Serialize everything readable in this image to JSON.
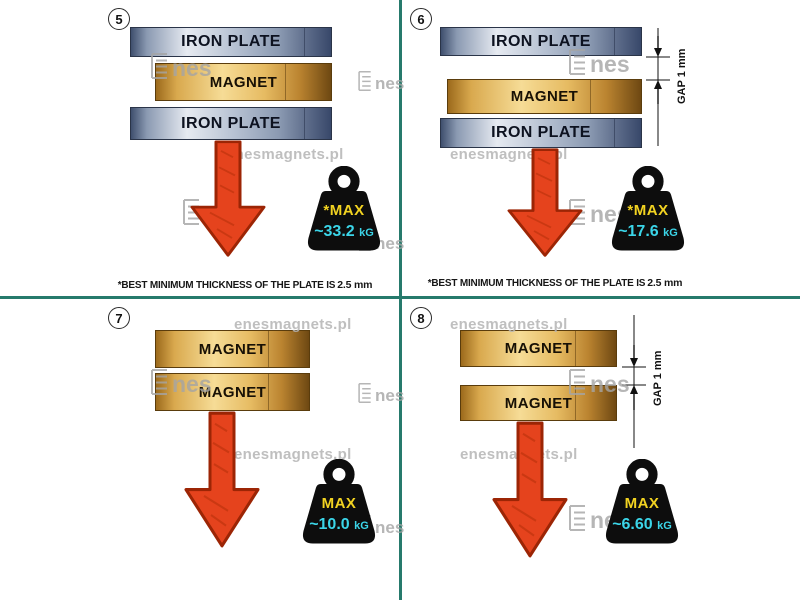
{
  "colors": {
    "divider": "#267a6c",
    "arrow": "#e5431d",
    "max-label": "#f2d321",
    "value": "#3bd5e8"
  },
  "watermark": {
    "site": "enesmagnets.pl",
    "brand": "nes"
  },
  "panels": {
    "p5": {
      "number": "5",
      "top_plate": "IRON PLATE",
      "magnet": "MAGNET",
      "bottom_plate": "IRON PLATE",
      "weight_label": "*MAX",
      "weight_value": "~33.2",
      "weight_unit": "kG",
      "footnote_text": "*BEST MINIMUM THICKNESS OF THE PLATE IS",
      "footnote_strong": "2.5 mm"
    },
    "p6": {
      "number": "6",
      "top_plate": "IRON PLATE",
      "magnet": "MAGNET",
      "bottom_plate": "IRON PLATE",
      "gap_label": "GAP 1 mm",
      "weight_label": "*MAX",
      "weight_value": "~17.6",
      "weight_unit": "kG",
      "footnote_text": "*BEST MINIMUM THICKNESS OF THE PLATE IS",
      "footnote_strong": "2.5 mm"
    },
    "p7": {
      "number": "7",
      "magnet_top": "MAGNET",
      "magnet_bottom": "MAGNET",
      "weight_label": "MAX",
      "weight_value": "~10.0",
      "weight_unit": "kG"
    },
    "p8": {
      "number": "8",
      "magnet_top": "MAGNET",
      "magnet_bottom": "MAGNET",
      "gap_label": "GAP 1 mm",
      "weight_label": "MAX",
      "weight_value": "~6.60",
      "weight_unit": "kG"
    }
  }
}
